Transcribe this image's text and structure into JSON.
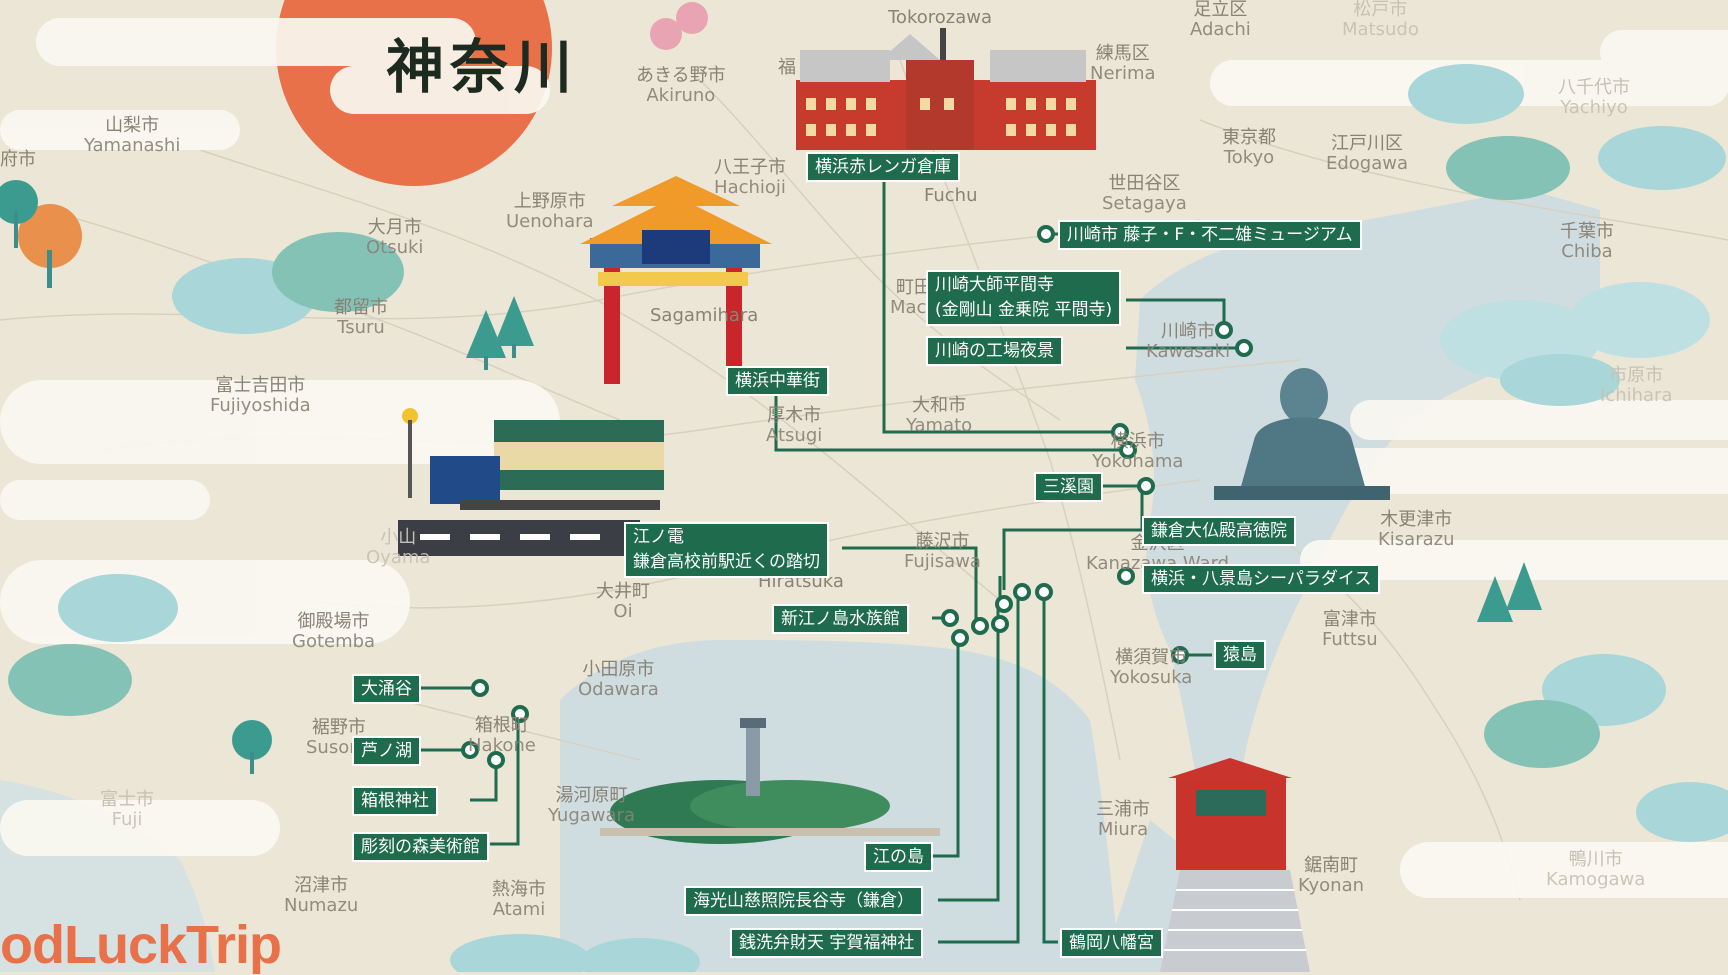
{
  "map": {
    "title": "神奈川",
    "logo_text": "odLuckTrip",
    "colors": {
      "land": "#ece6d6",
      "sea": "#cfdde0",
      "label_bg": "#1f6b4e",
      "title_circle": "#e8714a",
      "logo": "#e8714a"
    }
  },
  "spots": [
    {
      "id": "yokohama-red-brick",
      "text": "横浜赤レンガ倉庫"
    },
    {
      "id": "kawasaki-fujiko",
      "text": "川崎市 藤子・F・不二雄ミュージアム"
    },
    {
      "id": "kawasaki-daishi",
      "text": "川崎大師平間寺",
      "text2": "(金剛山 金乗院 平間寺)"
    },
    {
      "id": "kawasaki-factory",
      "text": "川崎の工場夜景"
    },
    {
      "id": "yokohama-chinatown",
      "text": "横浜中華街"
    },
    {
      "id": "sankeien",
      "text": "三溪園"
    },
    {
      "id": "kamakura-daibutsu",
      "text": "鎌倉大仏殿高徳院"
    },
    {
      "id": "hakkeijima",
      "text": "横浜・八景島シーパラダイス"
    },
    {
      "id": "enoden",
      "text": "江ノ電",
      "text2": "鎌倉高校前駅近くの踏切"
    },
    {
      "id": "enoshima-aquarium",
      "text": "新江ノ島水族館"
    },
    {
      "id": "sarushima",
      "text": "猿島"
    },
    {
      "id": "owakudani",
      "text": "大涌谷"
    },
    {
      "id": "ashinoko",
      "text": "芦ノ湖"
    },
    {
      "id": "hakone-shrine",
      "text": "箱根神社"
    },
    {
      "id": "hakone-open-air",
      "text": "彫刻の森美術館"
    },
    {
      "id": "enoshima",
      "text": "江の島"
    },
    {
      "id": "hasedera",
      "text": "海光山慈照院長谷寺（鎌倉）"
    },
    {
      "id": "zeniarai",
      "text": "銭洗弁財天 宇賀福神社"
    },
    {
      "id": "tsurugaoka",
      "text": "鶴岡八幡宮"
    }
  ],
  "cities": [
    {
      "jp": "Tokorozawa",
      "en": ""
    },
    {
      "jp": "練馬区",
      "en": "Nerima"
    },
    {
      "jp": "足立区",
      "en": "Adachi"
    },
    {
      "jp": "松戸市",
      "en": "Matsudo"
    },
    {
      "jp": "八千代市",
      "en": "Yachiyo"
    },
    {
      "jp": "東京都",
      "en": "Tokyo"
    },
    {
      "jp": "江戸川区",
      "en": "Edogawa"
    },
    {
      "jp": "世田谷区",
      "en": "Setagaya"
    },
    {
      "jp": "千葉市",
      "en": "Chiba"
    },
    {
      "jp": "あきる野市",
      "en": "Akiruno"
    },
    {
      "jp": "八王子市",
      "en": "Hachioji"
    },
    {
      "jp": "Fuchu",
      "en": ""
    },
    {
      "jp": "山梨市",
      "en": "Yamanashi"
    },
    {
      "jp": "上野原市",
      "en": "Uenohara"
    },
    {
      "jp": "大月市",
      "en": "Otsuki"
    },
    {
      "jp": "都留市",
      "en": "Tsuru"
    },
    {
      "jp": "富士吉田市",
      "en": "Fujiyoshida"
    },
    {
      "jp": "Sagamihara",
      "en": ""
    },
    {
      "jp": "町田",
      "en": "Mach"
    },
    {
      "jp": "川崎市",
      "en": "Kawasaki"
    },
    {
      "jp": "大和市",
      "en": "Yamato"
    },
    {
      "jp": "厚木市",
      "en": "Atsugi"
    },
    {
      "jp": "横浜市",
      "en": "Yokohama"
    },
    {
      "jp": "市原市",
      "en": "Ichihara"
    },
    {
      "jp": "藤沢市",
      "en": "Fujisawa"
    },
    {
      "jp": "金沢区",
      "en": "Kanazawa Ward"
    },
    {
      "jp": "木更津市",
      "en": "Kisarazu"
    },
    {
      "jp": "小山",
      "en": "Oyama"
    },
    {
      "jp": "Hiratsuka",
      "en": ""
    },
    {
      "jp": "大井町",
      "en": "Oi"
    },
    {
      "jp": "御殿場市",
      "en": "Gotemba"
    },
    {
      "jp": "小田原市",
      "en": "Odawara"
    },
    {
      "jp": "横須賀市",
      "en": "Yokosuka"
    },
    {
      "jp": "富津市",
      "en": "Futtsu"
    },
    {
      "jp": "裾野市",
      "en": "Susono"
    },
    {
      "jp": "箱根町",
      "en": "Hakone"
    },
    {
      "jp": "富士市",
      "en": "Fuji"
    },
    {
      "jp": "湯河原町",
      "en": "Yugawara"
    },
    {
      "jp": "三浦市",
      "en": "Miura"
    },
    {
      "jp": "沼津市",
      "en": "Numazu"
    },
    {
      "jp": "熱海市",
      "en": "Atami"
    },
    {
      "jp": "鋸南町",
      "en": "Kyonan"
    },
    {
      "jp": "鴨川市",
      "en": "Kamogawa"
    },
    {
      "jp": "府市",
      "en": ""
    },
    {
      "jp": "福",
      "en": ""
    }
  ]
}
